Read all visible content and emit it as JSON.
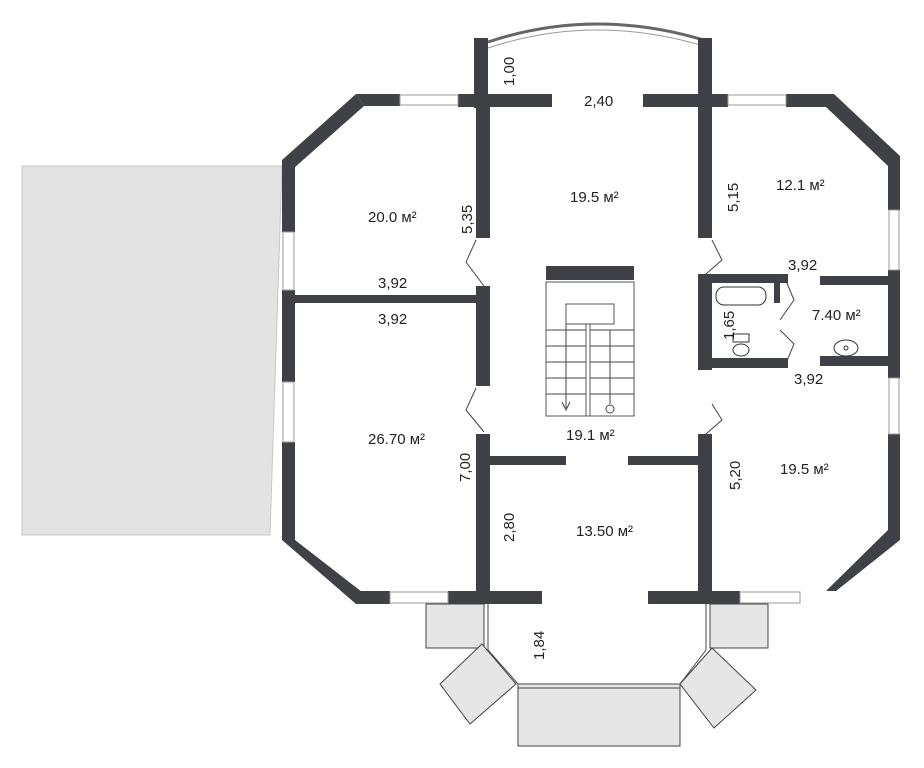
{
  "plan": {
    "rooms": {
      "room_nw_area": "20.0 м²",
      "hall_north_area": "19.5 м²",
      "room_ne_area": "12.1 м²",
      "bath_area": "7.40 м²",
      "room_w_area": "26.70 м²",
      "stair_hall_area": "19.1 м²",
      "room_se_area": "19.5 м²",
      "room_s_area": "13.50 м²"
    },
    "dims": {
      "bay_depth": "1,00",
      "bay_opening": "2,40",
      "nw_wall_len": "5,35",
      "ne_wall_len": "5,15",
      "partition_top": "3,92",
      "partition_bottom": "3,92",
      "bath_top": "3,92",
      "bath_bottom": "3,92",
      "bath_height": "1,65",
      "w_wall_len": "7,00",
      "s_wall_len": "2,80",
      "se_wall_len": "5,20",
      "south_bay": "1,84"
    }
  }
}
